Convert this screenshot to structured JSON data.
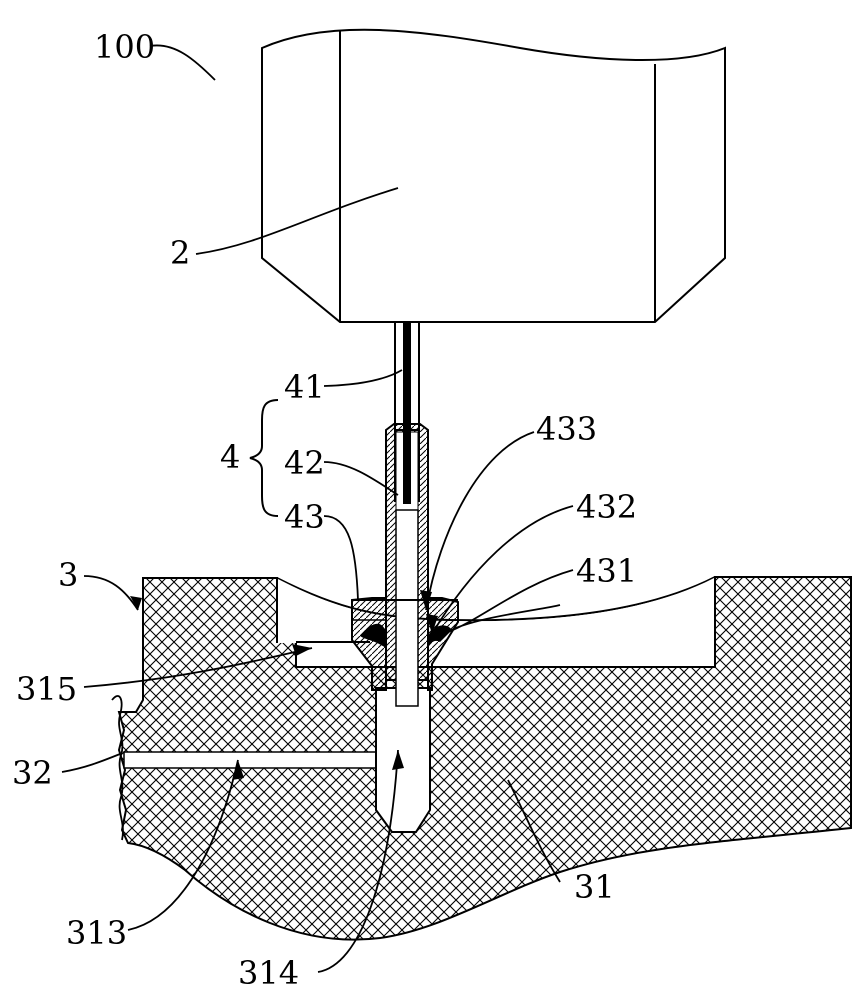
{
  "labels": {
    "l100": "100",
    "l2": "2",
    "l41": "41",
    "l4": "4",
    "l42": "42",
    "l43": "43",
    "l433": "433",
    "l432": "432",
    "l431": "431",
    "l3": "3",
    "l315": "315",
    "l32": "32",
    "l313": "313",
    "l314": "314",
    "l31": "31"
  }
}
